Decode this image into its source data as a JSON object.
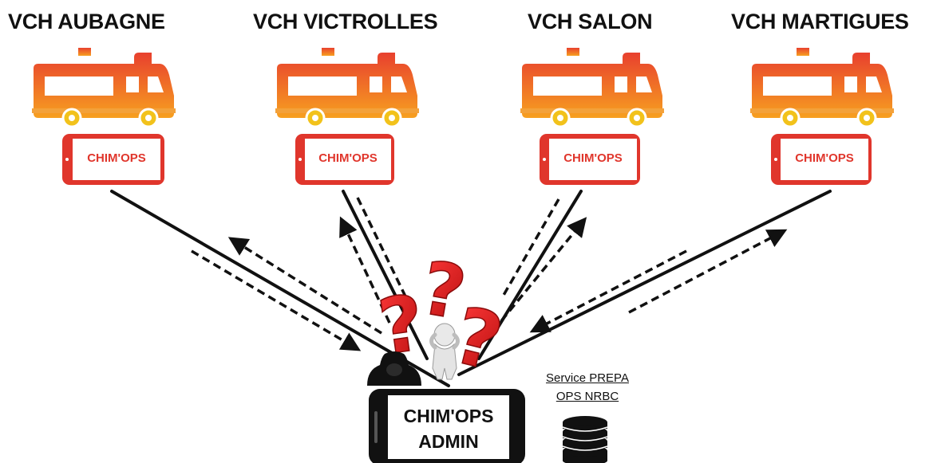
{
  "stations": [
    {
      "label": "VCH AUBAGNE",
      "app": "CHIM'OPS"
    },
    {
      "label": "VCH VICTROLLES",
      "app": "CHIM'OPS"
    },
    {
      "label": "VCH SALON",
      "app": "CHIM'OPS"
    },
    {
      "label": "VCH MARTIGUES",
      "app": "CHIM'OPS"
    }
  ],
  "admin": {
    "line1": "CHIM'OPS",
    "line2": "ADMIN"
  },
  "service": {
    "line1": "Service PREPA",
    "line2": "OPS NRBC"
  },
  "colors": {
    "truck_top": "#e8402e",
    "truck_bottom": "#f7a020",
    "phone_red": "#e0362c",
    "question_red": "#e21b1b"
  }
}
